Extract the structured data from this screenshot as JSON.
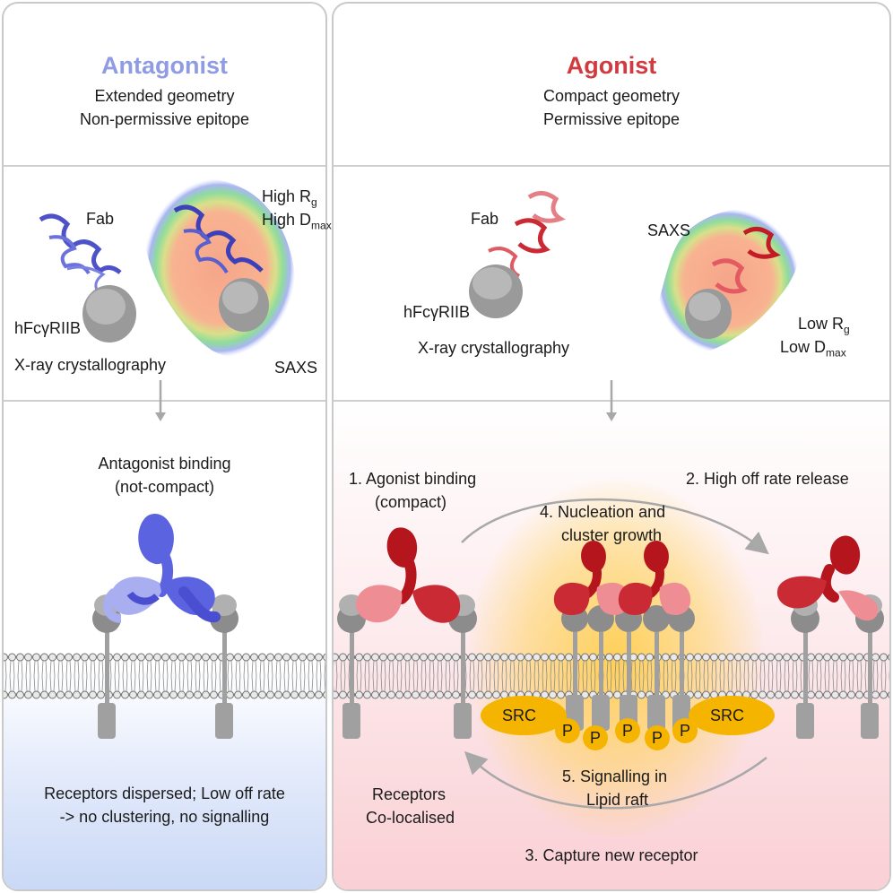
{
  "antagonist": {
    "title": "Antagonist",
    "line1": "Extended geometry",
    "line2": "Non-permissive epitope",
    "fab": "Fab",
    "receptor": "hFcγRIIB",
    "method1": "X-ray crystallography",
    "method2": "SAXS",
    "rg_prefix": "High R",
    "rg_sub": "g",
    "dmax_prefix": "High D",
    "dmax_sub": "max",
    "binding1": "Antagonist binding",
    "binding2": "(not-compact)",
    "result1": "Receptors dispersed; Low off rate",
    "result2": "-> no clustering, no signalling"
  },
  "agonist": {
    "title": "Agonist",
    "line1": "Compact geometry",
    "line2": "Permissive epitope",
    "fab": "Fab",
    "receptor": "hFcγRIIB",
    "method1": "X-ray crystallography",
    "method2": "SAXS",
    "rg_prefix": "Low R",
    "rg_sub": "g",
    "dmax_prefix": "Low D",
    "dmax_sub": "max",
    "step1a": "1. Agonist binding",
    "step1b": "(compact)",
    "step2": "2. High off rate release",
    "step3": "3. Capture new receptor",
    "step4a": "4. Nucleation and",
    "step4b": "cluster growth",
    "step5a": "5. Signalling in",
    "step5b": "Lipid raft",
    "receptors1": "Receptors",
    "receptors2": "Co-localised",
    "src_left": "SRC",
    "src_right": "SRC",
    "phospho": [
      "P",
      "P",
      "P",
      "P",
      "P"
    ]
  },
  "colors": {
    "antagonist": "#8f9be3",
    "agonist": "#d13a3f",
    "blue_ab": "#5b63e0",
    "red_ab": "#b5161e",
    "pink_ab": "#ef8d94",
    "src": "#f4b400"
  }
}
